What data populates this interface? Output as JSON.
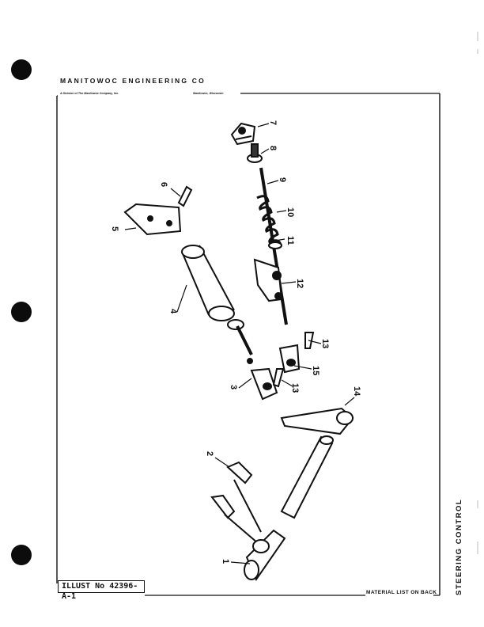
{
  "header": {
    "company": "MANITOWOC ENGINEERING CO",
    "division": "A Division of The Manitowoc Company, Inc.",
    "location": "Manitowoc, Wisconsin"
  },
  "illustration": {
    "number": "ILLUST No 42396-A-1",
    "material_note": "MATERIAL LIST ON BACK",
    "section_title": "STEERING CONTROL"
  },
  "callouts": [
    "1",
    "2",
    "3",
    "4",
    "5",
    "6",
    "7",
    "8",
    "9",
    "10",
    "11",
    "12",
    "13",
    "13",
    "14",
    "15"
  ]
}
